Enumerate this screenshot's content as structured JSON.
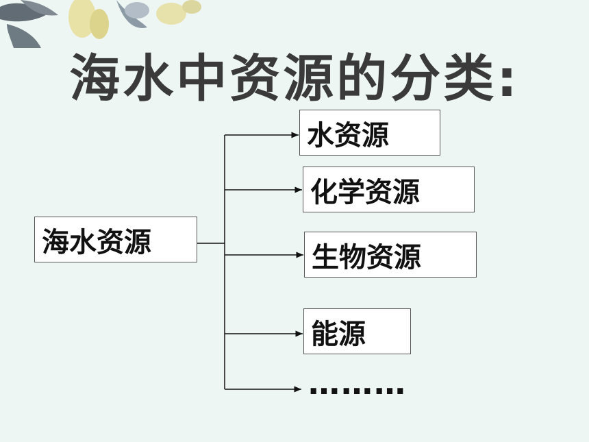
{
  "title": "海水中资源的分类:",
  "root": {
    "label": "海水资源"
  },
  "branches": [
    {
      "label": "水资源"
    },
    {
      "label": "化学资源"
    },
    {
      "label": "生物资源"
    },
    {
      "label": "能源"
    }
  ],
  "ellipsis": "………",
  "colors": {
    "background": "#eef6f4",
    "title": "#3a3a3a",
    "line": "#111111"
  }
}
